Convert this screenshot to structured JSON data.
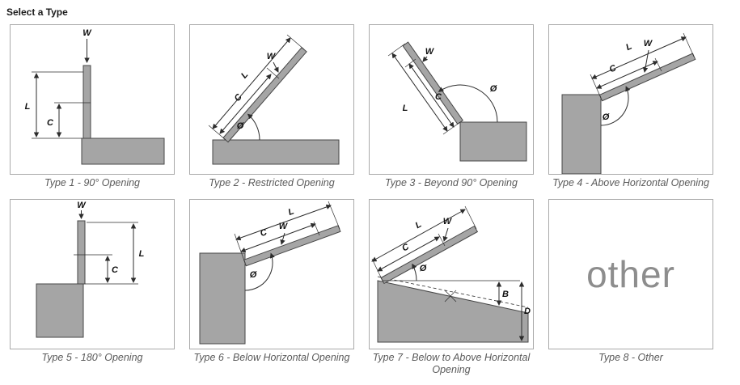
{
  "header": {
    "title": "Select a Type"
  },
  "tiles": [
    {
      "caption": "Type 1 - 90° Opening",
      "labels": {
        "w": "W",
        "l": "L",
        "c": "C"
      }
    },
    {
      "caption": "Type 2 - Restricted Opening",
      "labels": {
        "w": "W",
        "l": "L",
        "c": "C",
        "angle": "Ø"
      }
    },
    {
      "caption": "Type 3 - Beyond 90° Opening",
      "labels": {
        "w": "W",
        "l": "L",
        "c": "C",
        "angle": "Ø"
      }
    },
    {
      "caption": "Type 4 - Above Horizontal Opening",
      "labels": {
        "w": "W",
        "l": "L",
        "c": "C",
        "angle": "Ø"
      }
    },
    {
      "caption": "Type 5 - 180° Opening",
      "labels": {
        "w": "W",
        "l": "L",
        "c": "C"
      }
    },
    {
      "caption": "Type 6 - Below Horizontal Opening",
      "labels": {
        "w": "W",
        "l": "L",
        "c": "C",
        "angle": "Ø"
      }
    },
    {
      "caption": "Type 7 - Below to Above Horizontal Opening",
      "labels": {
        "w": "W",
        "l": "L",
        "c": "C",
        "angle": "Ø",
        "b": "B",
        "d": "D"
      }
    },
    {
      "caption": "Type 8 - Other",
      "other_text": "other"
    }
  ]
}
